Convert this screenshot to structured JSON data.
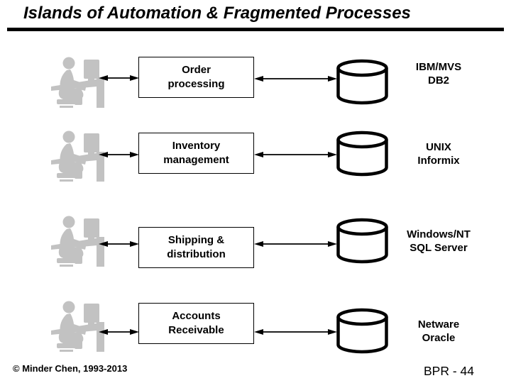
{
  "title": "Islands of Automation & Fragmented Processes",
  "footer": {
    "left": "© Minder Chen, 1993-2013",
    "right": "BPR - 44"
  },
  "colors": {
    "icon_gray": "#c2c2c2",
    "outline_black": "#000000",
    "background": "#ffffff"
  },
  "icons": {
    "person": "person-at-computer-icon",
    "database": "database-cylinder-icon",
    "arrow": "double-headed-arrow-icon"
  },
  "rows": [
    {
      "process": "Order\nprocessing",
      "system": "IBM/MVS\nDB2"
    },
    {
      "process": "Inventory\nmanagement",
      "system": "UNIX\nInformix"
    },
    {
      "process": "Shipping &\ndistribution",
      "system": "Windows/NT\nSQL Server"
    },
    {
      "process": "Accounts\nReceivable",
      "system": "Netware\nOracle"
    }
  ]
}
